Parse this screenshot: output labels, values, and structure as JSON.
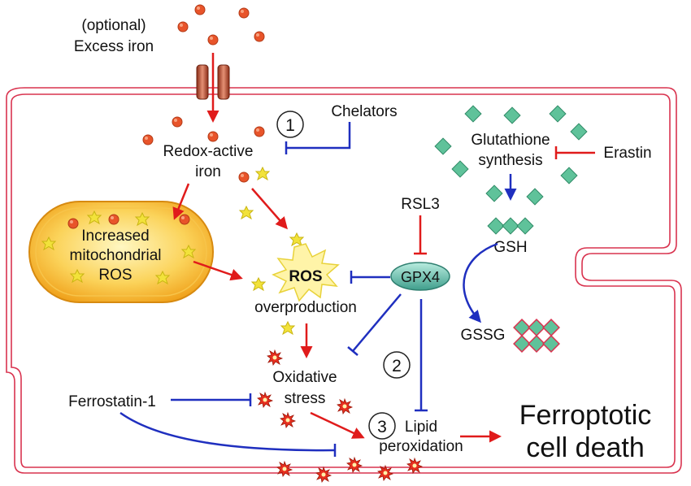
{
  "labels": {
    "optional": "(optional)",
    "excess_iron": "Excess iron",
    "chelators": "Chelators",
    "redox_line1": "Redox-active",
    "redox_line2": "iron",
    "mito_line1": "Increased",
    "mito_line2": "mitochondrial",
    "mito_line3": "ROS",
    "glutathione_line1": "Glutathione",
    "glutathione_line2": "synthesis",
    "erastin": "Erastin",
    "rsl3": "RSL3",
    "gsh": "GSH",
    "gpx4": "GPX4",
    "ros": "ROS",
    "overproduction": "overproduction",
    "gssg": "GSSG",
    "oxidative_line1": "Oxidative",
    "oxidative_line2": "stress",
    "ferrostatin": "Ferrostatin-1",
    "lipid_line1": "Lipid",
    "lipid_line2": "peroxidation",
    "death_line1": "Ferroptotic",
    "death_line2": "cell death",
    "step1": "1",
    "step2": "2",
    "step3": "3"
  },
  "colors": {
    "membrane": "#d9334f",
    "activation_arrow": "#e01b1b",
    "inhibition": "#1f2fbf",
    "iron_dot": "#e8542a",
    "ros_star": "#f2e23a",
    "damage_star": "#e83020",
    "gpx4_fill": "#5cb8a8",
    "mito_fill": "#f6b52a",
    "glutathione_diamond": "#5fc29a"
  }
}
